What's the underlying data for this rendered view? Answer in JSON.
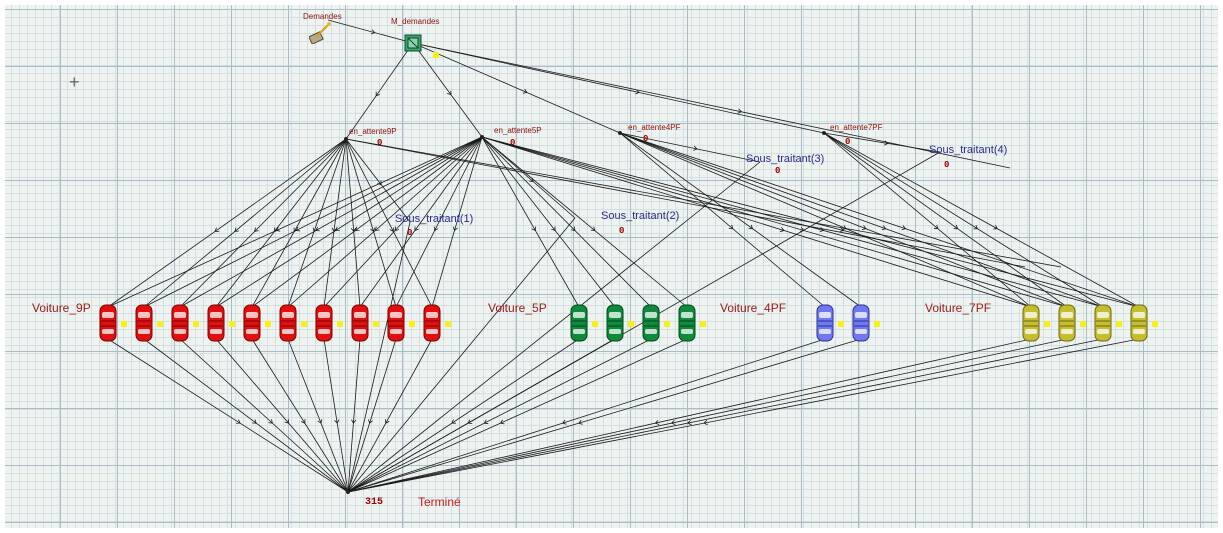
{
  "source": {
    "label": "Demandes",
    "icon": "demand-source-icon"
  },
  "dispatcher": {
    "label": "M_demandes",
    "icon": "dispatcher-node-icon"
  },
  "queues": [
    {
      "id": "9P",
      "label": "en_attente9P",
      "count": "0"
    },
    {
      "id": "5P",
      "label": "en_attente5P",
      "count": "0"
    },
    {
      "id": "4PF",
      "label": "en_attente4PF",
      "count": "0"
    },
    {
      "id": "7PF",
      "label": "en_attente7PF",
      "count": "0"
    }
  ],
  "subcontractors": [
    {
      "label": "Sous_traitant(1)",
      "count": "0"
    },
    {
      "label": "Sous_traitant(2)",
      "count": "0"
    },
    {
      "label": "Sous_traitant(3)",
      "count": "0"
    },
    {
      "label": "Sous_traitant(4)",
      "count": "0"
    }
  ],
  "groups": [
    {
      "label": "Voiture_9P",
      "count": 10,
      "color": "#e01010",
      "stroke": "#7a0000"
    },
    {
      "label": "Voiture_5P",
      "count": 4,
      "color": "#0e8a3a",
      "stroke": "#04461c"
    },
    {
      "label": "Voiture_4PF",
      "count": 2,
      "color": "#6f78f2",
      "stroke": "#2d3090"
    },
    {
      "label": "Voiture_7PF",
      "count": 4,
      "color": "#c4bd30",
      "stroke": "#6d6812"
    }
  ],
  "sink": {
    "label": "Terminé",
    "count": "315"
  },
  "colors": {
    "wire": "#1a1a1a",
    "tag": "#f5ef1a",
    "grid": "#a9bcc8"
  }
}
